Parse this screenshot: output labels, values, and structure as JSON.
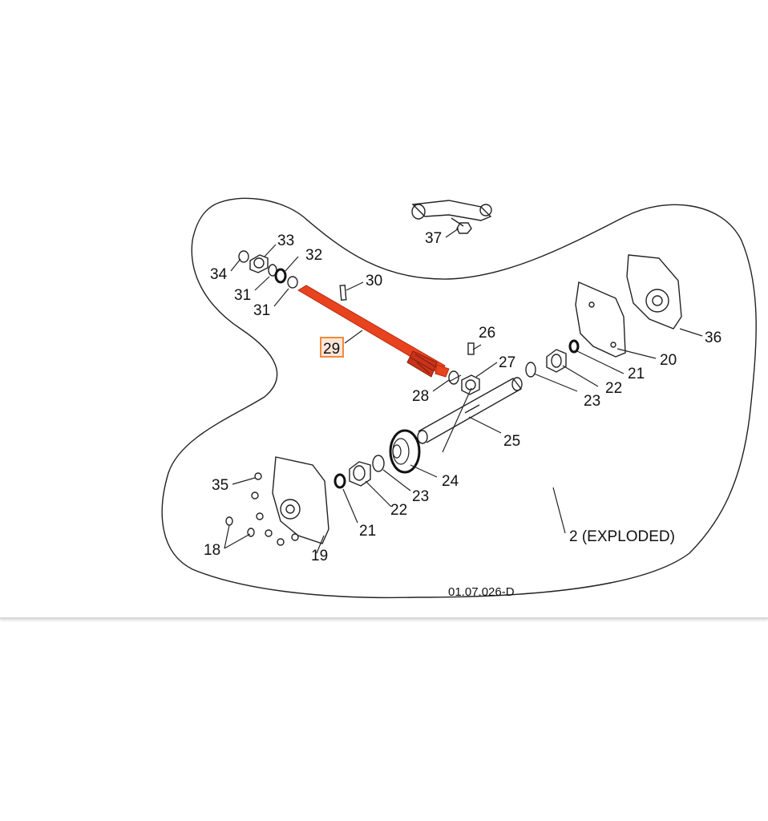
{
  "diagram": {
    "drawing_number": "01.07.026-D",
    "assembly_label": "2 (EXPLODED)",
    "highlighted_part": "29",
    "highlight_color": "#e8431f",
    "highlight_box_color": "#f08a3c",
    "callouts": {
      "p18": "18",
      "p19": "19",
      "p20": "20",
      "p21a": "21",
      "p21b": "21",
      "p22a": "22",
      "p22b": "22",
      "p23a": "23",
      "p23b": "23",
      "p24": "24",
      "p25": "25",
      "p26": "26",
      "p27": "27",
      "p28": "28",
      "p29": "29",
      "p30": "30",
      "p31a": "31",
      "p31b": "31",
      "p32": "32",
      "p33": "33",
      "p34": "34",
      "p35": "35",
      "p36": "36",
      "p37": "37"
    }
  }
}
